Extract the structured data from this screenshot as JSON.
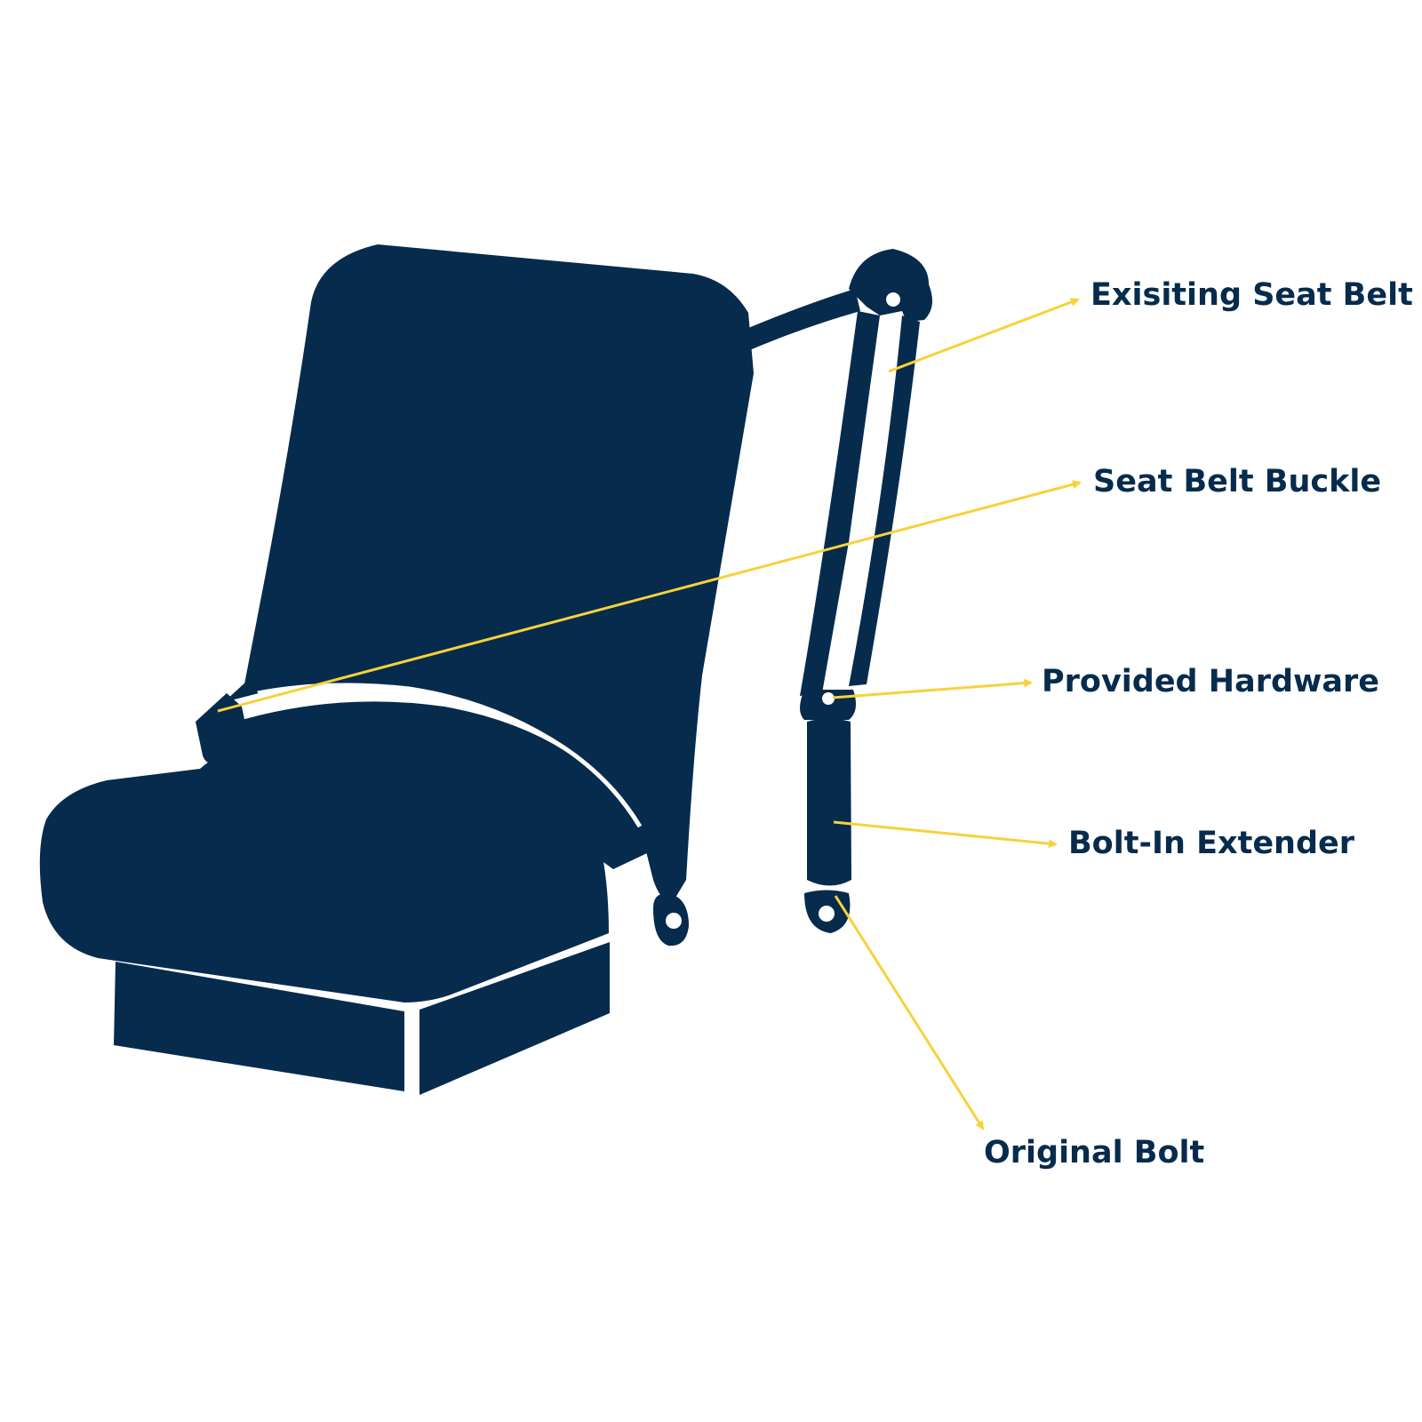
{
  "colors": {
    "navy": "#062b4d",
    "callout_yellow": "#f7d23a",
    "background": "#ffffff"
  },
  "labels": {
    "existing_seat_belt": "Exisiting Seat Belt",
    "seat_belt_buckle": "Seat Belt Buckle",
    "provided_hardware": "Provided Hardware",
    "bolt_in_extender": "Bolt-In Extender",
    "original_bolt": "Original Bolt"
  }
}
